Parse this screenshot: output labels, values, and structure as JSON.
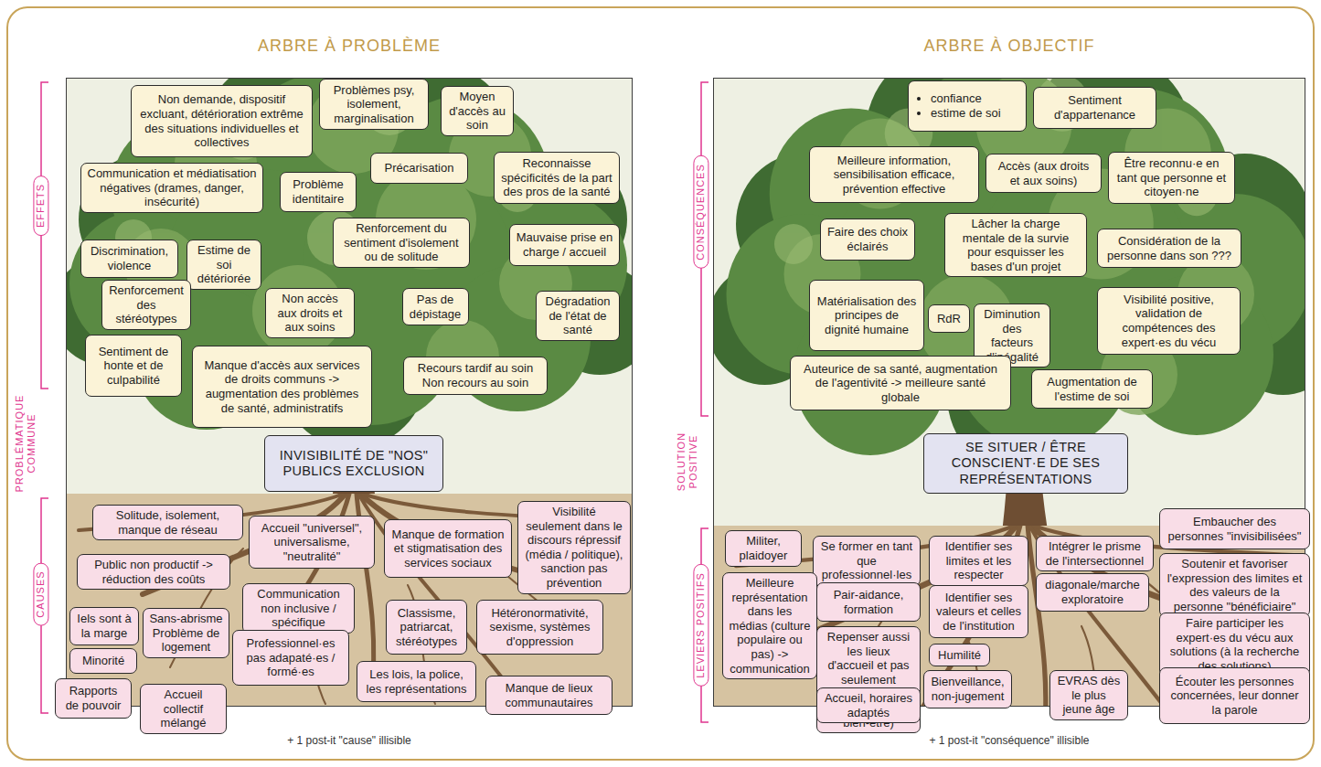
{
  "diagram": {
    "nodes": [
      {
        "text": [
          "ARBRE À PROBLÈME"
        ]
      },
      {
        "text": [
          "Non demande, dispositif excluant, détérioration extrême des situations individuelles et collectives"
        ],
        "in": 0
      },
      {
        "text": [
          "Problèmes psy, isolement, marginalisation"
        ],
        "in": 0
      },
      {
        "text": [
          "Moyen d'accès au soin"
        ],
        "in": 0
      },
      {
        "text": [
          "Communication et médiatisation négatives (drames, danger, insécurité)"
        ],
        "in": 0
      },
      {
        "text": [
          "Problème identitaire"
        ],
        "in": 0
      },
      {
        "text": [
          "Précarisation"
        ],
        "in": 0
      },
      {
        "text": [
          "Reconnaisse spécificités de la part des pros de la santé"
        ],
        "in": 0
      },
      {
        "text": [
          "Discrimination, violence"
        ],
        "in": 0
      },
      {
        "text": [
          "Estime de soi détériorée"
        ],
        "in": 0
      },
      {
        "text": [
          "Renforcement du sentiment d'isolement ou de solitude"
        ],
        "in": 0
      },
      {
        "text": [
          "Mauvaise prise en charge / accueil"
        ],
        "in": 0
      },
      {
        "text": [
          "Renforcement des stéréotypes"
        ],
        "in": 0
      },
      {
        "text": [
          "Non accès aux droits et aux soins"
        ],
        "in": 0
      },
      {
        "text": [
          "Pas de dépistage"
        ],
        "in": 0
      },
      {
        "text": [
          "Dégradation de l'état de santé"
        ],
        "in": 0
      },
      {
        "text": [
          "Sentiment de honte et de culpabilité"
        ],
        "in": 0
      },
      {
        "text": [
          "Manque d'accès aux services de droits communs -> augmentation des problèmes de santé, administratifs"
        ],
        "in": 0
      },
      {
        "text": [
          "Recours tardif au soin Non recours au soin"
        ],
        "in": 0
      },
      {
        "text": [
          "INVISIBILITÉ DE \"NOS\" PUBLICS EXCLUSION"
        ],
        "in": 0
      },
      {
        "text": [
          "Solitude, isolement, manque de réseau"
        ],
        "in": 0
      },
      {
        "text": [
          "Accueil \"universel\", universalisme, \"neutralité\""
        ],
        "in": 0
      },
      {
        "text": [
          "Manque de formation et stigmatisation des services sociaux"
        ],
        "in": 0
      },
      {
        "text": [
          "Visibilité seulement dans le discours répressif (média / politique), sanction pas prévention"
        ],
        "in": 0
      },
      {
        "text": [
          "Public non productif -> réduction des coûts"
        ],
        "in": 0
      },
      {
        "text": [
          "Iels sont à la marge"
        ],
        "in": 0
      },
      {
        "text": [
          "Sans-abrisme Problème de logement"
        ],
        "in": 0
      },
      {
        "text": [
          "Communication non inclusive / spécifique"
        ],
        "in": 0
      },
      {
        "text": [
          "Minorité"
        ],
        "in": 0
      },
      {
        "text": [
          "Classisme, patriarcat, stéréotypes"
        ],
        "in": 0
      },
      {
        "text": [
          "Hétéronormativité, sexisme, systèmes d'oppression"
        ],
        "in": 0
      },
      {
        "text": [
          "Professionnel·es pas adapaté·es / formé·es"
        ],
        "in": 0
      },
      {
        "text": [
          "Rapports de pouvoir"
        ],
        "in": 0
      },
      {
        "text": [
          "Accueil collectif mélangé"
        ],
        "in": 0
      },
      {
        "text": [
          "Les lois, la police, les représentations"
        ],
        "in": 0
      },
      {
        "text": [
          "Manque de lieux communautaires"
        ],
        "in": 0
      },
      {
        "text": [
          "ARBRE À OBJECTIF"
        ]
      },
      {
        "text": [
          "confiance",
          "estime de soi"
        ],
        "in": 36
      },
      {
        "text": [
          "Sentiment d'appartenance"
        ],
        "in": 36
      },
      {
        "text": [
          "Meilleure information, sensibilisation efficace, prévention effective"
        ],
        "in": 36
      },
      {
        "text": [
          "Accès (aux droits et aux soins)"
        ],
        "in": 36
      },
      {
        "text": [
          "Être reconnu·e en tant que personne et citoyen·ne"
        ],
        "in": 36
      },
      {
        "text": [
          "Faire des choix éclairés"
        ],
        "in": 36
      },
      {
        "text": [
          "Lâcher la charge mentale de la survie pour esquisser les bases d'un projet"
        ],
        "in": 36
      },
      {
        "text": [
          "Considération de la personne dans son ???"
        ],
        "in": 36
      },
      {
        "text": [
          "Matérialisation des principes de dignité humaine"
        ],
        "in": 36
      },
      {
        "text": [
          "RdR"
        ],
        "in": 36
      },
      {
        "text": [
          "Diminution des facteurs d'inégalité"
        ],
        "in": 36
      },
      {
        "text": [
          "Visibilité positive, validation de compétences des expert·es du vécu"
        ],
        "in": 36
      },
      {
        "text": [
          "Auteurice de sa santé, augmentation de l'agentivité -> meilleure santé globale"
        ],
        "in": 36
      },
      {
        "text": [
          "Augmentation de l'estime de soi"
        ],
        "in": 36
      },
      {
        "text": [
          "SE SITUER / ÊTRE CONSCIENT·E DE SES REPRÉSENTATIONS"
        ],
        "in": 36
      },
      {
        "text": [
          "Militer, plaidoyer"
        ],
        "in": 36
      },
      {
        "text": [
          "Se former en tant que professionnel·les"
        ],
        "in": 36
      },
      {
        "text": [
          "Identifier ses limites et les respecter"
        ],
        "in": 36
      },
      {
        "text": [
          "Intégrer le prisme de l'intersectionnel"
        ],
        "in": 36
      },
      {
        "text": [
          "Embaucher des personnes \"invisibilisées\""
        ],
        "in": 36
      },
      {
        "text": [
          "Meilleure représentation dans les médias (culture populaire ou pas) -> communication"
        ],
        "in": 36
      },
      {
        "text": [
          "Pair-aidance, formation"
        ],
        "in": 36
      },
      {
        "text": [
          "Identifier ses valeurs et celles de l'institution"
        ],
        "in": 36
      },
      {
        "text": [
          "diagonale/marche exploratoire"
        ],
        "in": 36
      },
      {
        "text": [
          "Soutenir et favoriser l'expression des limites et des valeurs de la personne \"bénéficiaire\""
        ],
        "in": 36
      },
      {
        "text": [
          "Repenser aussi les lieux d'accueil et pas seulement l'accueil (accessibilité, bien-être)"
        ],
        "in": 36
      },
      {
        "text": [
          "Humilité"
        ],
        "in": 36
      },
      {
        "text": [
          "Faire participer les expert·es du vécu aux solutions (à la recherche des solutions)"
        ],
        "in": 36
      },
      {
        "text": [
          "Bienveillance, non-jugement"
        ],
        "in": 36
      },
      {
        "text": [
          "EVRAS dès le plus jeune âge"
        ],
        "in": 36
      },
      {
        "text": [
          "Accueil, horaires adaptés"
        ],
        "in": 36
      },
      {
        "text": [
          "Écouter les personnes concernées, leur donner la parole"
        ],
        "in": 36
      }
    ],
    "labels": [
      "EFFETS",
      "PROBLÉMATIQUE COMMUNE",
      "CAUSES",
      "+ 1 post-it \"cause\" illisible",
      "CONSÉQUENCES",
      "SOLUTION POSITIVE",
      "LEVIERS POSITIFS",
      "+ 1 post-it \"conséquence\" illisible"
    ]
  }
}
